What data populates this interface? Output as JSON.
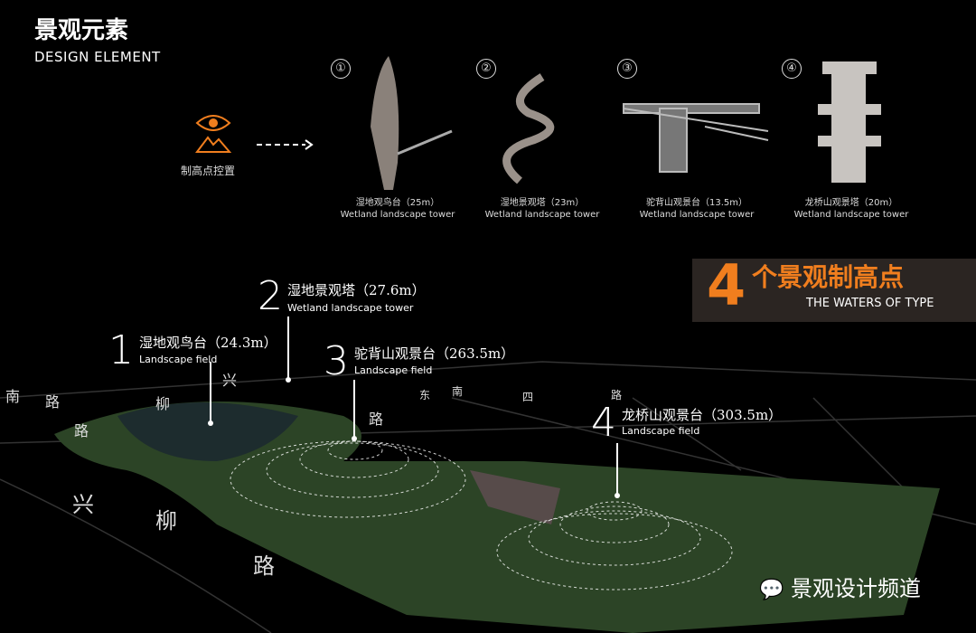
{
  "header": {
    "title_cn": "景观元素",
    "title_en": "DESIGN ELEMENT"
  },
  "control": {
    "icon": "eye-mountain-icon",
    "label": "制高点控置"
  },
  "towers": [
    {
      "num": "①",
      "name_cn": "湿地观鸟台（25m）",
      "name_en": "Wetland landscape tower"
    },
    {
      "num": "②",
      "name_cn": "湿地景观塔（23m）",
      "name_en": "Wetland landscape tower"
    },
    {
      "num": "③",
      "name_cn": "驼背山观景台（13.5m）",
      "name_en": "Wetland landscape tower"
    },
    {
      "num": "④",
      "name_cn": "龙桥山观景塔（20m）",
      "name_en": "Wetland landscape tower"
    }
  ],
  "banner": {
    "number": "4",
    "title_cn": "个景观制高点",
    "subtitle_en": "THE WATERS OF TYPE",
    "accent": "#f07e1e"
  },
  "callouts": [
    {
      "num": "1",
      "name_cn": "湿地观鸟台（24.3m）",
      "name_en": "Landscape field"
    },
    {
      "num": "2",
      "name_cn": "湿地景观塔（27.6m）",
      "name_en": "Wetland landscape tower"
    },
    {
      "num": "3",
      "name_cn": "驼背山观景台（263.5m）",
      "name_en": "Landscape field"
    },
    {
      "num": "4",
      "name_cn": "龙桥山观景台（303.5m）",
      "name_en": "Landscape field"
    }
  ],
  "roads": [
    "南",
    "路",
    "路",
    "柳",
    "兴",
    "路",
    "东",
    "南",
    "四",
    "路",
    "兴",
    "柳",
    "路"
  ],
  "watermark": "景观设计频道"
}
